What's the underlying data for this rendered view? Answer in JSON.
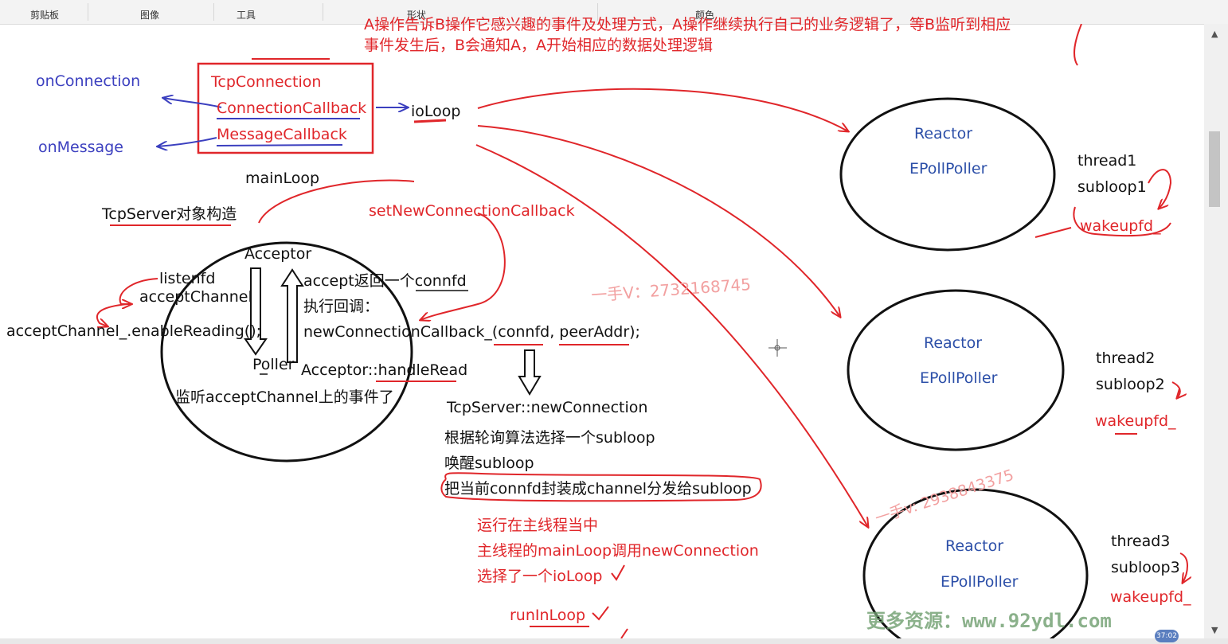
{
  "ribbon": {
    "clipboard": "剪贴板",
    "image": "图像",
    "tools": "工具",
    "shapes": "形状",
    "colors": "颜色"
  },
  "top_text": {
    "line1": "A操作告诉B操作它感兴趣的事件及处理方式，A操作继续执行自己的业务逻辑了，等B监听到相应",
    "line2": "事件发生后，B会通知A，A开始相应的数据处理逻辑"
  },
  "tcp_box": {
    "title": "TcpConnection",
    "conn_cb": "ConnectionCallback",
    "msg_cb": "MessageCallback"
  },
  "callbacks": {
    "on_connection": "onConnection",
    "on_message": "onMessage"
  },
  "io_loop": "ioLoop",
  "main_loop": "mainLoop",
  "tcpserver_construct": "TcpServer对象构造",
  "set_new_conn_cb": "setNewConnectionCallback",
  "main_circle": {
    "acceptor": "Acceptor",
    "listenfd": "listenfd",
    "accept_channel": "acceptChannel",
    "enable_reading": "acceptChannel_.enableReading();",
    "poller": "Poller",
    "accept_returns": "accept返回一个connfd",
    "exec_cb": "执行回调：",
    "new_conn_cb": "newConnectionCallback_(connfd, peerAddr);",
    "handle_read": "Acceptor::handleRead",
    "listen_events": "监听acceptChannel上的事件了"
  },
  "new_connection": {
    "title": "TcpServer::newConnection",
    "step1": "根据轮询算法选择一个subloop",
    "step2": "唤醒subloop",
    "step3": "把当前connfd封装成channel分发给subloop",
    "note1": "运行在主线程当中",
    "note2": "主线程的mainLoop调用newConnection",
    "note3": "选择了一个ioLoop",
    "run_in_loop": "runInLoop"
  },
  "reactors": [
    {
      "reactor": "Reactor",
      "poller": "EPollPoller",
      "thread": "thread1",
      "subloop": "subloop1",
      "wakeup": "wakeupfd_"
    },
    {
      "reactor": "Reactor",
      "poller": "EPollPoller",
      "thread": "thread2",
      "subloop": "subloop2",
      "wakeup": "wakeupfd_"
    },
    {
      "reactor": "Reactor",
      "poller": "EPollPoller",
      "thread": "thread3",
      "subloop": "subloop3",
      "wakeup": "wakeupfd_"
    }
  ],
  "watermarks": {
    "w1": "一手V：2732168745",
    "w2": "一手v: 2938843375",
    "w3": "更多资源：www.92ydl.com"
  },
  "badge": "37:02",
  "colors": {
    "ink_red": "#e0262a",
    "ink_blue": "#3b3fbf",
    "reactor_blue": "#2c4fa8"
  }
}
